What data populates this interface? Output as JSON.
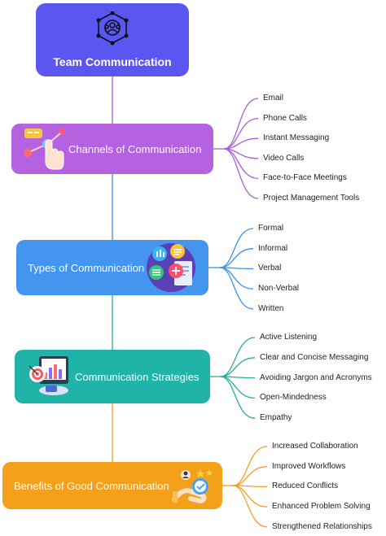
{
  "root": {
    "title": "Team Communication",
    "color": "#5a56f2",
    "icon": "team-network-icon"
  },
  "branches": [
    {
      "id": "channels",
      "title": "Channels of Communication",
      "color": "#b462df",
      "line_color": "#a560d8",
      "icon": "touch-chat-icon",
      "items": [
        "Email",
        "Phone Calls",
        "Instant Messaging",
        "Video Calls",
        "Face-to-Face Meetings",
        "Project Management Tools"
      ]
    },
    {
      "id": "types",
      "title": "Types of Communication",
      "color": "#4495ef",
      "line_color": "#3f8fe8",
      "icon": "message-types-icon",
      "items": [
        "Formal",
        "Informal",
        "Verbal",
        "Non-Verbal",
        "Written"
      ]
    },
    {
      "id": "strategies",
      "title": "Communication Strategies",
      "color": "#20b3a7",
      "line_color": "#26aaa0",
      "icon": "target-chart-icon",
      "items": [
        "Active Listening",
        "Clear and Concise Messaging",
        "Avoiding Jargon and Acronyms",
        "Open-Mindedness",
        "Empathy"
      ]
    },
    {
      "id": "benefits",
      "title": "Benefits of Good Communication",
      "color": "#f5a01a",
      "line_color": "#f2a01f",
      "icon": "handshake-check-icon",
      "items": [
        "Increased Collaboration",
        "Improved Workflows",
        "Reduced Conflicts",
        "Enhanced Problem Solving",
        "Strengthened Relationships"
      ]
    }
  ]
}
